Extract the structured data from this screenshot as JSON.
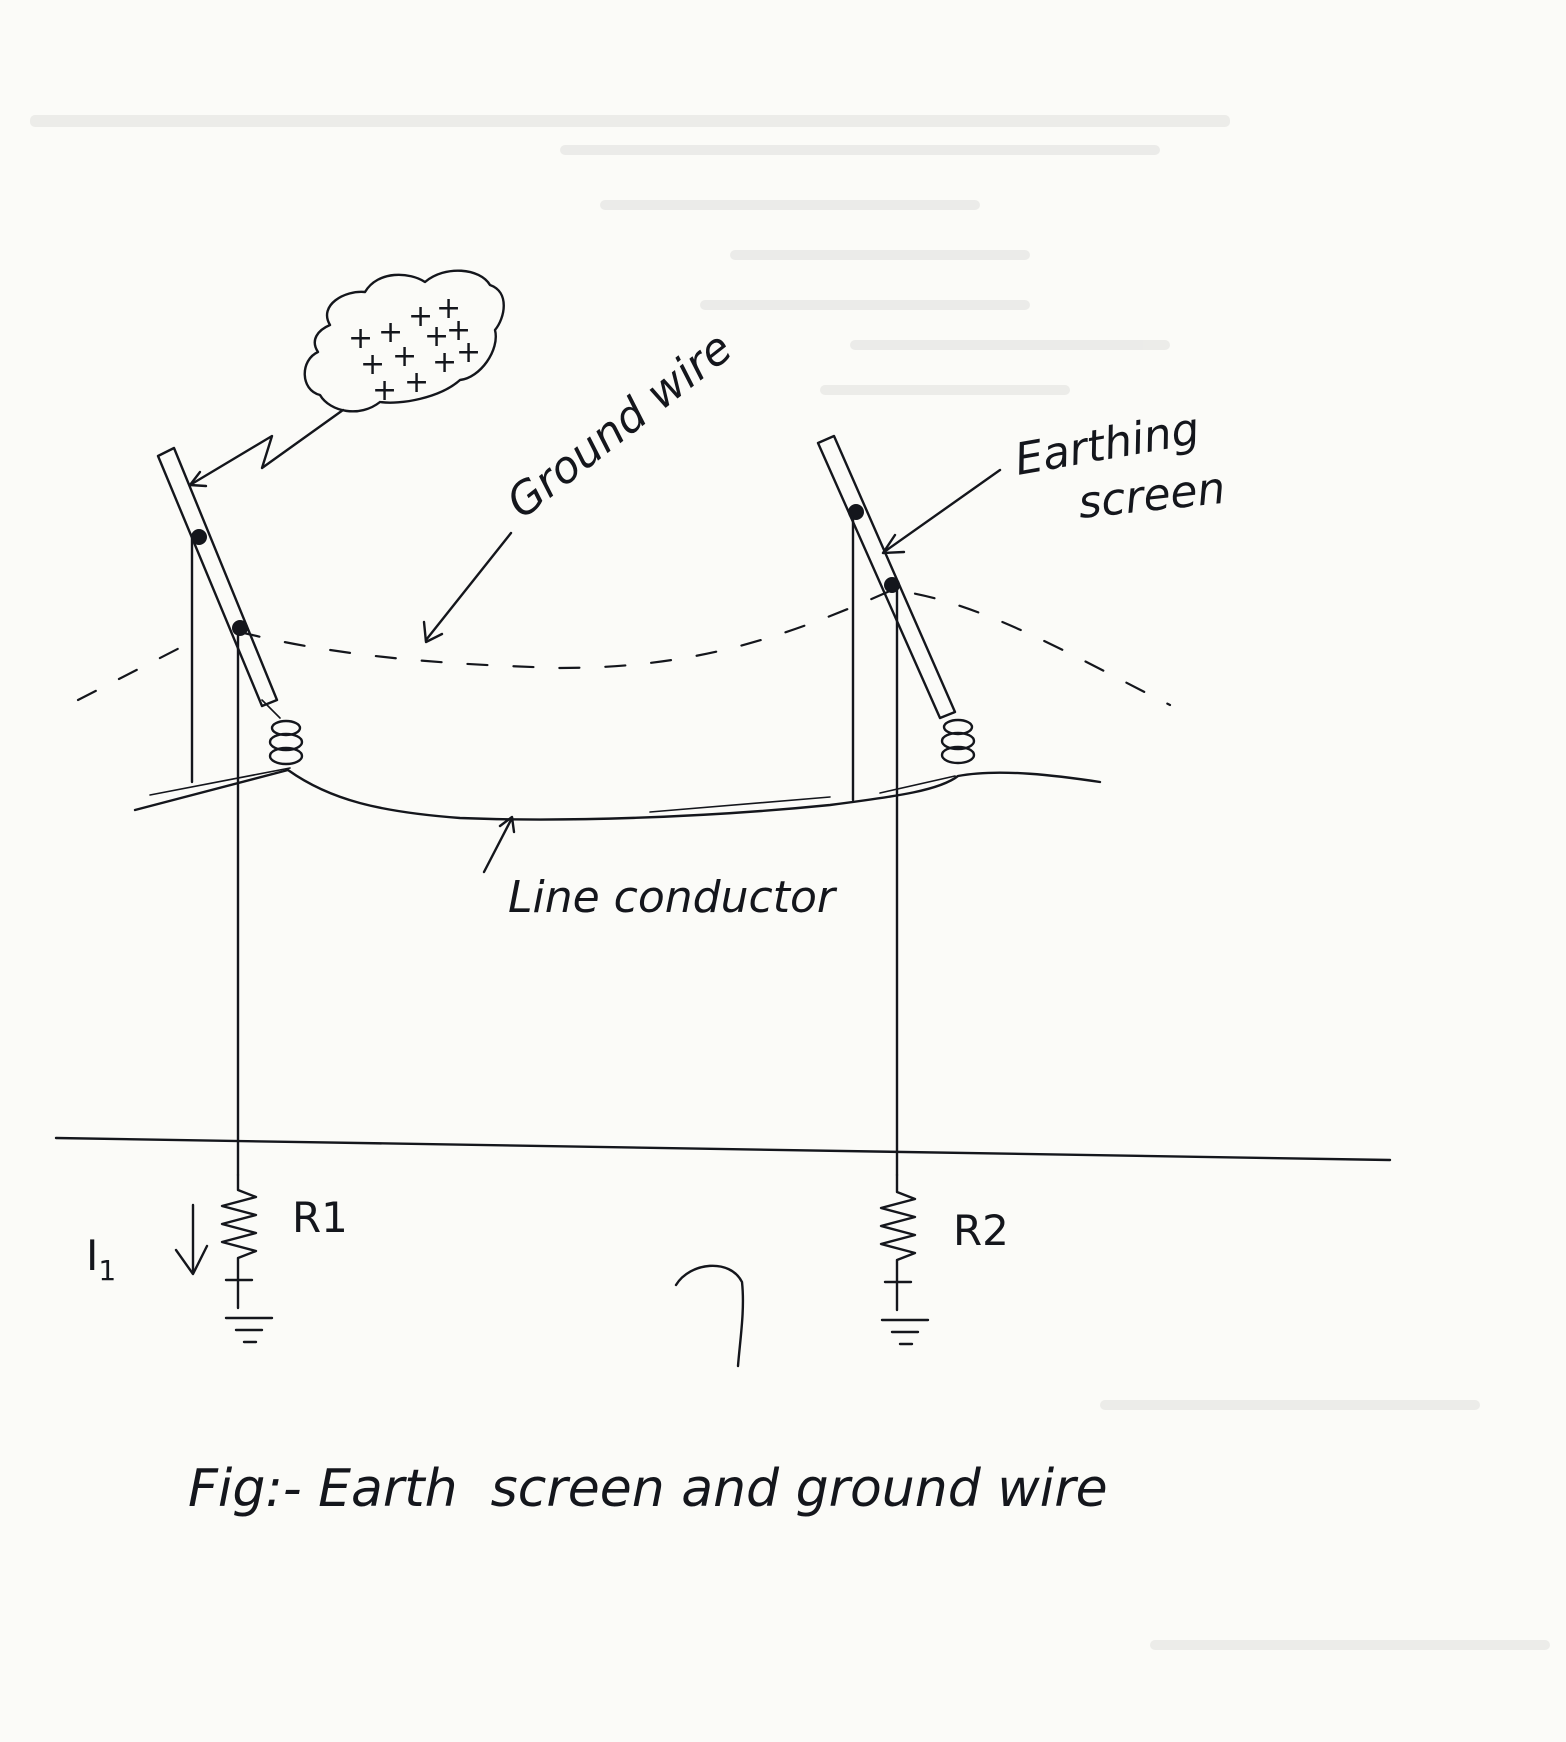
{
  "labels": {
    "ground_wire": "Ground wire",
    "earthing_screen_line1": "Earthing",
    "earthing_screen_line2": "screen",
    "line_conductor": "Line conductor",
    "r1": "R1",
    "r2": "R2",
    "current": "I",
    "current_sub": "1",
    "caption": "Fig:- Earth  screen and ground wire"
  },
  "cloud": {
    "charge_symbol": "+",
    "charge_count": 12
  },
  "colors": {
    "ink": "#14161c",
    "paper": "#fbfbf8"
  }
}
